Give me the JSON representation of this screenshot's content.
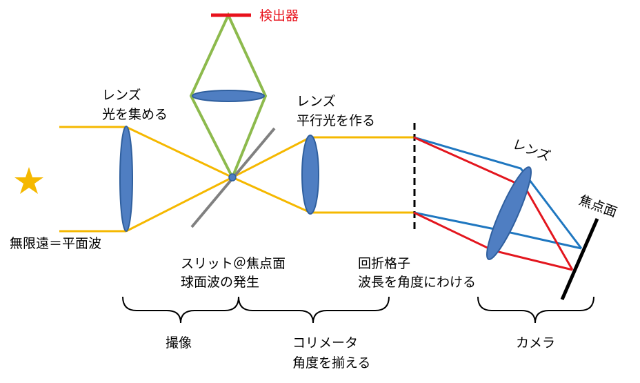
{
  "labels": {
    "detector": "検出器",
    "lens_collect_1": "レンズ",
    "lens_collect_2": "光を集める",
    "lens_parallel_1": "レンズ",
    "lens_parallel_2": "平行光を作る",
    "lens_camera": "レンズ",
    "focal_plane": "焦点面",
    "infinite": "無限遠＝平面波",
    "slit_1": "スリット＠焦点面",
    "slit_2": "球面波の発生",
    "grating_1": "回折格子",
    "grating_2": "波長を角度にわける",
    "imaging": "撮像",
    "collimator_1": "コリメータ",
    "collimator_2": "角度を揃える",
    "camera": "カメラ"
  },
  "icons": {
    "source": "star-icon"
  },
  "colors": {
    "ray_yellow": "#f5b800",
    "ray_blue": "#1f77c0",
    "ray_red": "#e3161e",
    "lens_fill": "#4f7ec2",
    "lens_stroke": "#2f5f9e",
    "green_path": "#8dba4d",
    "detector_red": "#e8121c",
    "mirror_gray": "#808080",
    "star": "#f5b800"
  }
}
